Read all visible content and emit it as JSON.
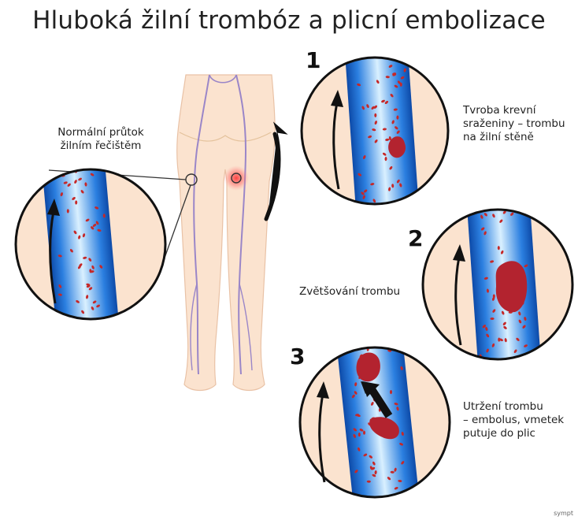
{
  "title": "Hluboká žilní trombóz a plicní embolizace",
  "labels": {
    "normal_flow": [
      "Normální průtok",
      "žilním řečištěm"
    ],
    "step1": [
      "Tvroba krevní",
      "sraženiny – trombu",
      "na žilní stěně"
    ],
    "step2": [
      "Zvětšování trombu"
    ],
    "step3": [
      "Utržení trombu",
      "– embolus, vmetek",
      "putuje do plic"
    ]
  },
  "steps": [
    "1",
    "2",
    "3"
  ],
  "brand": "sympt",
  "colors": {
    "skin": "#fbe3cf",
    "skin_outline": "#e9c2a6",
    "vein": "#9a86c8",
    "vessel_blue": "#1f6fd6",
    "blood_red": "#c62828",
    "clot": "#b3232f",
    "highlight": "#ff5a5a"
  }
}
